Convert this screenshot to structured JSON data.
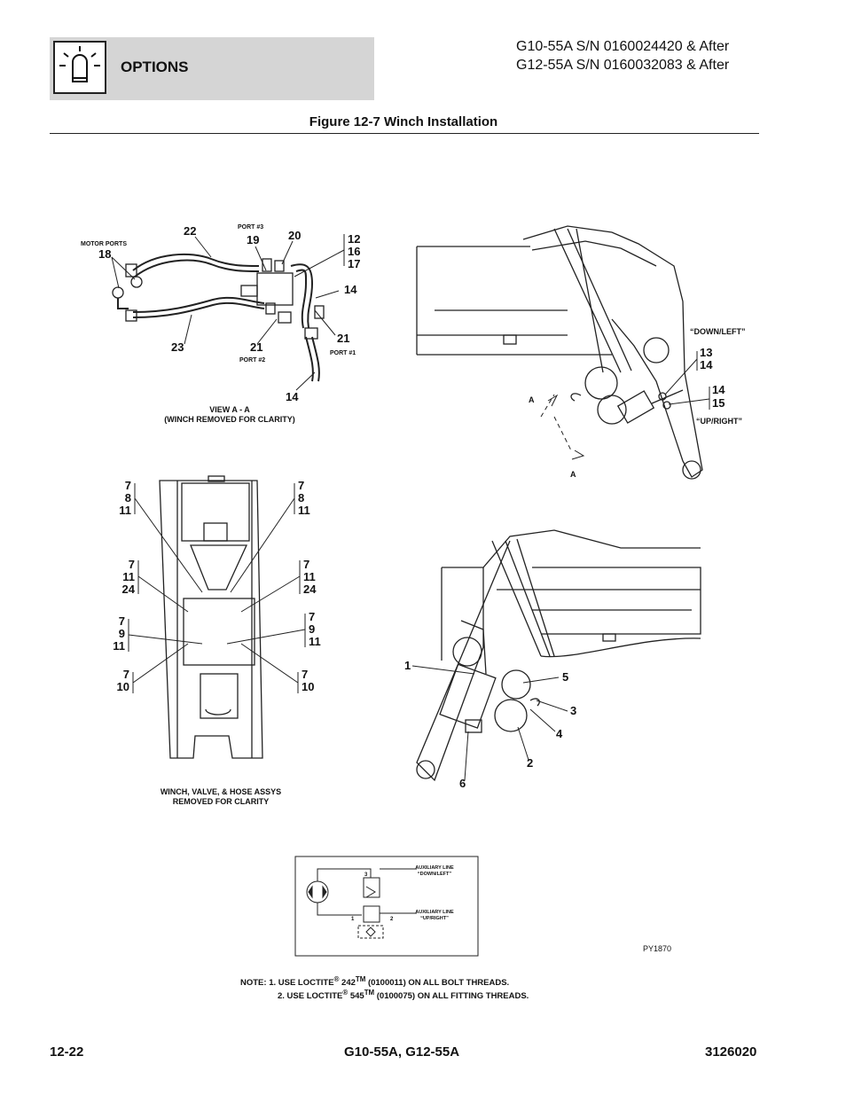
{
  "header": {
    "section_title": "OPTIONS",
    "model_line_1": "G10-55A S/N 0160024420 & After",
    "model_line_2": "G12-55A S/N 0160032083 & After",
    "figure_title": "Figure 12-7 Winch Installation"
  },
  "view_aa": {
    "motor_ports": "MOTOR PORTS",
    "port3": "PORT #3",
    "port2": "PORT #2",
    "port1": "PORT #1",
    "caption_1": "VIEW A - A",
    "caption_2": "(WINCH REMOVED FOR CLARITY)",
    "callouts": {
      "c18": "18",
      "c22": "22",
      "c19": "19",
      "c20": "20",
      "c12": "12",
      "c16": "16",
      "c17": "17",
      "c14a": "14",
      "c21a": "21",
      "c21b": "21",
      "c23": "23",
      "c14b": "14"
    }
  },
  "top_right": {
    "down_left": "“DOWN/LEFT”",
    "up_right": "“UP/RIGHT”",
    "c13": "13",
    "c14a": "14",
    "c14b": "14",
    "c15": "15",
    "a1": "A",
    "a2": "A"
  },
  "frame_view": {
    "caption_1": "WINCH, VALVE, & HOSE ASSYS",
    "caption_2": "REMOVED FOR CLARITY",
    "left_groups": [
      [
        "7",
        "8",
        "11"
      ],
      [
        "7",
        "11",
        "24"
      ],
      [
        "7",
        "9",
        "11"
      ],
      [
        "7",
        "10"
      ]
    ],
    "right_groups": [
      [
        "7",
        "8",
        "11"
      ],
      [
        "7",
        "11",
        "24"
      ],
      [
        "7",
        "9",
        "11"
      ],
      [
        "7",
        "10"
      ]
    ]
  },
  "install_view": {
    "c1": "1",
    "c5": "5",
    "c3": "3",
    "c4": "4",
    "c2": "2",
    "c6": "6"
  },
  "schematic": {
    "aux_line": "AUXILIARY LINE",
    "down_left": "“DOWN/LEFT”",
    "up_right": "“UP/RIGHT”",
    "p3": "3",
    "p1": "1",
    "p2": "2",
    "ref": "PY1870"
  },
  "notes": {
    "line1_pre": "NOTE:   1. USE LOCTITE",
    "line1_reg": "®",
    "line1_num": " 242",
    "line1_tm": "TM",
    "line1_post": " (0100011) ON ALL BOLT THREADS.",
    "line2_pre": "2. USE LOCTITE",
    "line2_reg": "®",
    "line2_num": " 545",
    "line2_tm": "TM",
    "line2_post": " (0100075) ON ALL FITTING THREADS."
  },
  "footer": {
    "page": "12-22",
    "models": "G10-55A, G12-55A",
    "doc_number": "3126020"
  }
}
